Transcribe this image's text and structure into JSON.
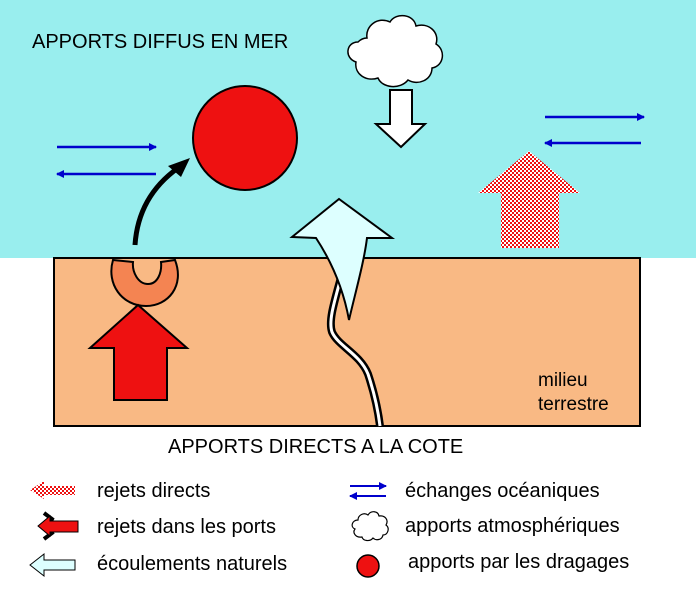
{
  "labels": {
    "sea_title": "APPORTS DIFFUS EN MER",
    "coast_title": "APPORTS DIRECTS A LA COTE",
    "land_label": "milieu\nterrestre"
  },
  "legend": {
    "direct_discharges": "rejets directs",
    "port_discharges": "rejets dans les ports",
    "natural_runoff": "écoulements naturels",
    "ocean_exchanges": "échanges océaniques",
    "atmospheric_inputs": "apports atmosphériques",
    "dredging_inputs": "apports par les dragages"
  },
  "colors": {
    "sea": "#99EEEE",
    "land": "#F9B984",
    "red": "#EE1111",
    "orange": "#F48452",
    "light_cyan": "#DDFFFF",
    "blue": "#0000CC",
    "outline": "#000000"
  }
}
